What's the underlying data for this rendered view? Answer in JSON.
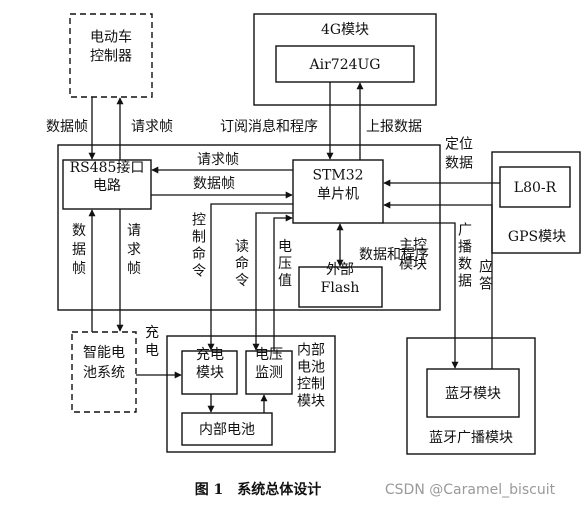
{
  "blocks": {
    "ev_controller": "电动车\n控制器",
    "rs485": "RS485接口\n电路",
    "stm32": "STM32\n单片机",
    "module_4g": "4G模块",
    "air724": "Air724UG",
    "gps_chip": "L80-R",
    "gps_module": "GPS模块",
    "flash": "外部\nFlash",
    "main_ctrl": "主控\n模块",
    "smart_battery": "智能电\n池系统",
    "charge_module": "充电\n模块",
    "voltage_monitor": "电压\n监测",
    "internal_battery": "内部电池",
    "internal_power_ctrl": "内部\n电池\n控制\n模块",
    "bluetooth": "蓝牙模块",
    "bt_broadcast_module": "蓝牙广播模块"
  },
  "labels": {
    "data_frame_top": "数据帧",
    "request_frame_top": "请求帧",
    "subscribe": "订阅消息和程序",
    "report_data": "上报数据",
    "locate_data": "定位\n数据",
    "request_frame_mid": "请求帧",
    "data_frame_mid": "数据帧",
    "data_frame_v": "数\n据\n帧",
    "request_frame_v": "请\n求\n帧",
    "control_cmd": "控\n制\n命\n令",
    "read_cmd": "读\n命\n令",
    "voltage_val": "电\n压\n值",
    "data_and_program": "数据和程序",
    "broadcast_data": "广\n播\n数\n据",
    "answer": "应\n答",
    "charge": "充\n电"
  },
  "caption": "图 1　系统总体设计",
  "watermark": "CSDN @Caramel_biscuit"
}
